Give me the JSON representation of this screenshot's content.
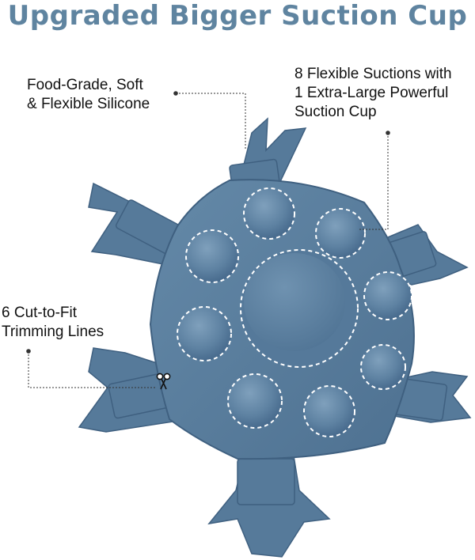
{
  "title": "Upgraded Bigger Suction Cup",
  "colors": {
    "title": "#5f84a0",
    "silicone": "#587c9c",
    "silicone_dark": "#3f6080",
    "silicone_light": "#7fa0bc",
    "dashed_line": "#ffffff",
    "leader_line": "#333333"
  },
  "callouts": {
    "material": {
      "lines": [
        "Food-Grade, Soft",
        "& Flexible Silicone"
      ]
    },
    "suctions": {
      "lines": [
        "8 Flexible Suctions with",
        "1 Extra-Large Powerful",
        "Suction Cup"
      ]
    },
    "trimming": {
      "lines": [
        "6 Cut-to-Fit",
        "Trimming Lines"
      ]
    }
  },
  "icons": {
    "trim_marker": "scissors-icon"
  }
}
